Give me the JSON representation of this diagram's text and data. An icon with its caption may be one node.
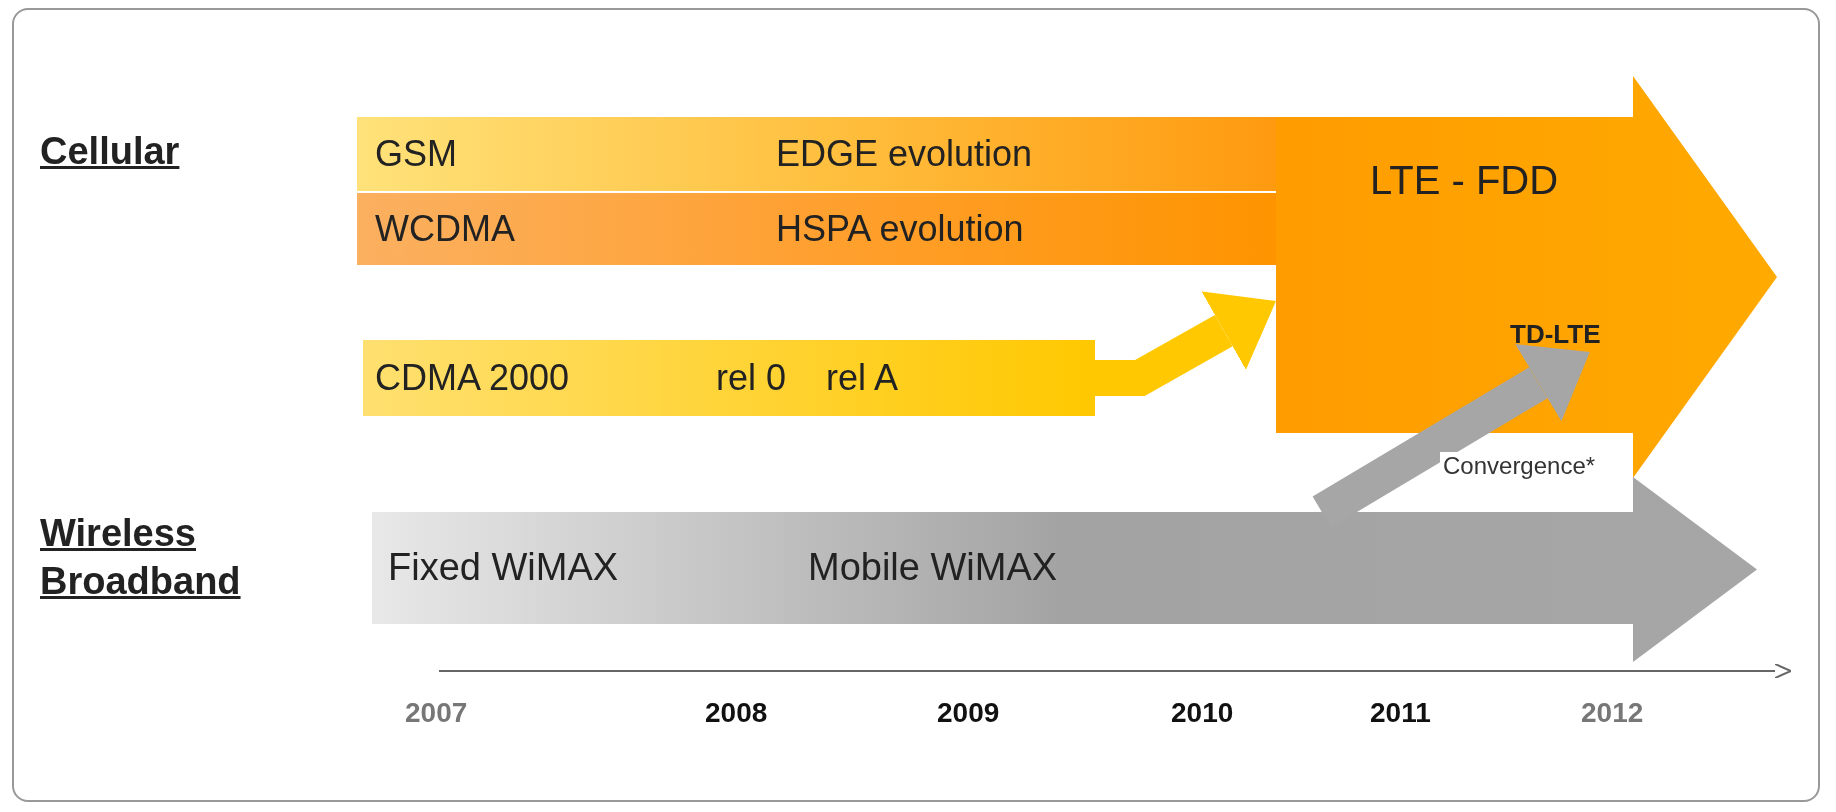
{
  "diagram": {
    "nodes": [
      {
        "text": [
          "GSM",
          "EDGE evolution"
        ]
      },
      {
        "text": [
          "WCDMA",
          "HSPA evolution"
        ]
      },
      {
        "text": [
          "CDMA 2000",
          "rel 0",
          "rel A"
        ]
      },
      {
        "text": [
          "LTE - FDD"
        ]
      },
      {
        "text": [
          "TD-LTE"
        ],
        "in": 3
      },
      {
        "text": [
          "Fixed WiMAX",
          "Mobile WiMAX"
        ]
      }
    ],
    "edges": [
      {
        "from": 2,
        "to": 3,
        "arrow": "to",
        "color": "#ffc800"
      },
      {
        "from": 5,
        "to": 4,
        "arrow": "to",
        "label": "Convergence*",
        "color": "#a6a6a6"
      }
    ],
    "labels": [
      "Cellular",
      "Wireless Broadband",
      "2007",
      "2008",
      "2009",
      "2010",
      "2011",
      "2012"
    ]
  }
}
